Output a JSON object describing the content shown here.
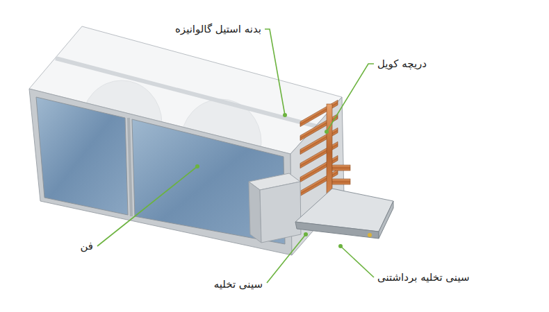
{
  "diagram": {
    "labels": [
      "بدنه استیل گالوانیزه",
      "دریچه کویل",
      "فن",
      "سینی تخلیه",
      "سینی تخلیه برداشتنی"
    ]
  }
}
